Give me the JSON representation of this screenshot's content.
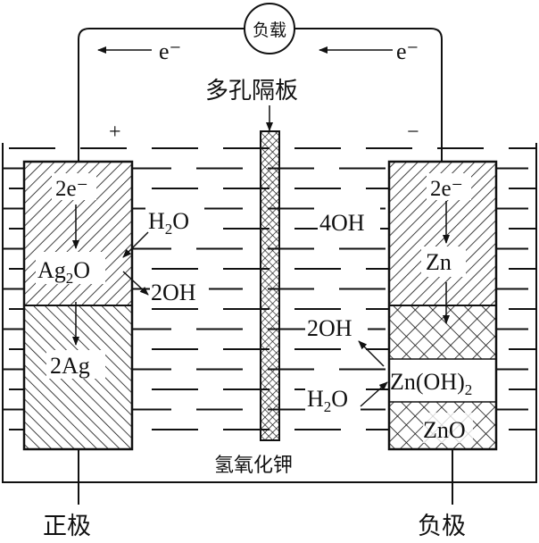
{
  "load_label": "负载",
  "electron_left": "e⁻",
  "electron_right": "e⁻",
  "separator_label": "多孔隔板",
  "plus_sign": "+",
  "minus_sign": "−",
  "electrolyte_label": "氢氧化钾",
  "positive_electrode": {
    "label": "正极",
    "e": "2e⁻",
    "oxide": "Ag",
    "oxide_sub": "2",
    "oxide_tail": "O",
    "product": "2Ag",
    "water": "H",
    "water_sub": "2",
    "water_tail": "O",
    "hydroxide": "2OH"
  },
  "negative_electrode": {
    "label": "负极",
    "e": "2e⁻",
    "metal": "Zn",
    "hydroxide_in": "4OH",
    "hydroxide_out": "2OH",
    "water": "H",
    "water_sub": "2",
    "water_tail": "O",
    "intermediate": "Zn(OH)",
    "intermediate_sub": "2",
    "oxide": "ZnO"
  }
}
